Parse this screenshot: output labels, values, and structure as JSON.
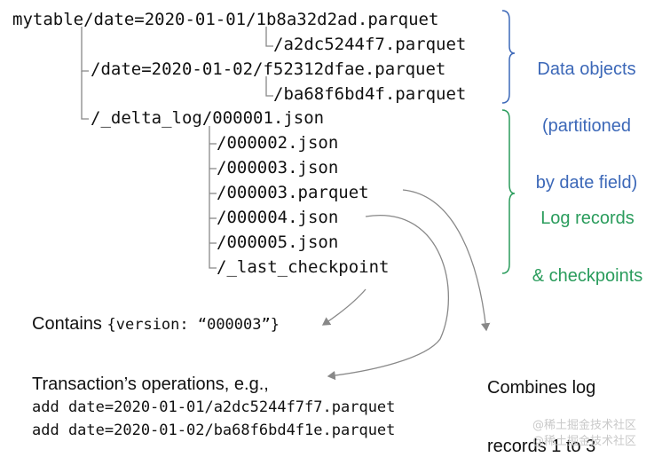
{
  "tree": [
    "mytable/date=2020-01-01/1b8a32d2ad.parquet",
    "/a2dc5244f7.parquet",
    "/date=2020-01-02/f52312dfae.parquet",
    "/ba68f6bd4f.parquet",
    "/_delta_log/000001.json",
    "/000002.json",
    "/000003.json",
    "/000003.parquet",
    "/000004.json",
    "/000005.json",
    "/_last_checkpoint"
  ],
  "labels": {
    "data_objects": [
      "Data objects",
      "(partitioned",
      "by date field)"
    ],
    "log_records": [
      "Log records",
      "& checkpoints"
    ]
  },
  "colors": {
    "blue": "#3c68b8",
    "green": "#2a9c5c"
  },
  "notes": {
    "contains_prefix": "Contains ",
    "contains_code": "{version: “000003”}",
    "combines": [
      "Combines log",
      "records 1 to 3"
    ],
    "transaction_title": "Transaction’s operations, e.g.,",
    "transaction_lines": [
      "add date=2020-01-01/a2dc5244f7f7.parquet",
      "add date=2020-01-02/ba68f6bd4f1e.parquet"
    ]
  },
  "watermark": [
    "@稀土掘金技术社区",
    "@稀土掘金技术社区"
  ]
}
